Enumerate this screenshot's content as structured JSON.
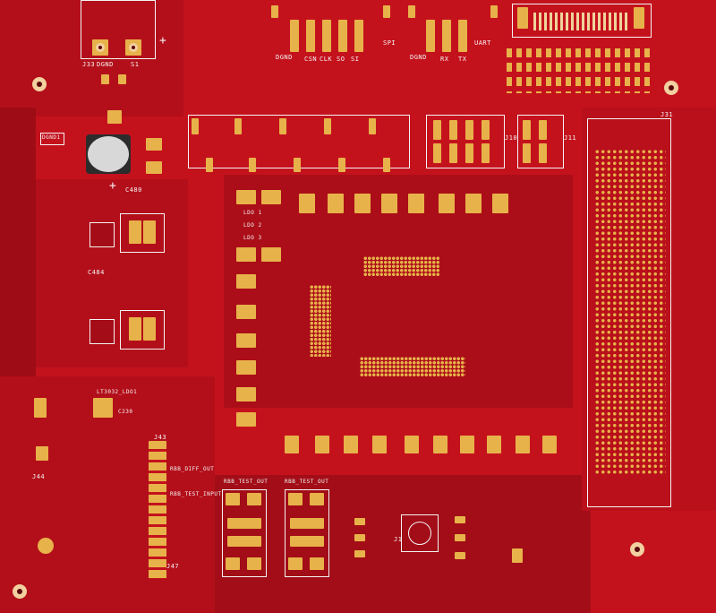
{
  "board": {
    "name": "pcb-board",
    "colors": {
      "soldermask": "#c4121d",
      "copper": "#e8b24a",
      "silkscreen": "#f4f4f4"
    }
  },
  "labels": {
    "j33": "J33",
    "dgnd_top": "DGND",
    "s1": "S1",
    "plus_top": "+",
    "dgnd_left": "DGND1",
    "plus_cap": "+",
    "c480": "C480",
    "dgnd_conn": "DGND",
    "csn": "CSN",
    "clk": "CLK",
    "so": "SO",
    "si": "SI",
    "dgnd_conn2": "DGND",
    "rx": "RX",
    "tx": "TX",
    "spi": "SPI",
    "uart": "UART",
    "j31": "J31",
    "j10": "J10",
    "j11": "J11",
    "ldo1": "LDO 1",
    "ldo2": "LDO 2",
    "ldo3": "LDO 3",
    "lt3032": "LT3032_LDO1",
    "c484": "C484",
    "c230": "C230",
    "diff_out": "RBB_DIFF_OUT",
    "test_input": "RBB_TEST_INPUT",
    "test_out1": "RBB_TEST_OUT",
    "test_out2": "RBB_TEST_OUT",
    "j1": "J1",
    "j43": "J43",
    "j44": "J44",
    "j47": "J47"
  }
}
